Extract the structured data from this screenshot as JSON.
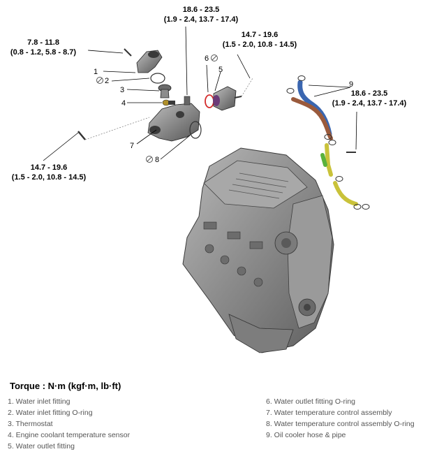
{
  "torque_callouts": {
    "t1": [
      "7.8 - 11.8",
      "(0.8 - 1.2, 5.8 - 8.7)"
    ],
    "t2": [
      "18.6 - 23.5",
      "(1.9 - 2.4, 13.7 - 17.4)"
    ],
    "t3": [
      "14.7 - 19.6",
      "(1.5 - 2.0, 10.8 - 14.5)"
    ],
    "t4": [
      "14.7 - 19.6",
      "(1.5 - 2.0, 10.8 - 14.5)"
    ],
    "t5": [
      "18.6 - 23.5",
      "(1.9 - 2.4, 13.7 - 17.4)"
    ]
  },
  "part_numbers": {
    "n1": "1",
    "n2": "2",
    "n3": "3",
    "n4": "4",
    "n5": "5",
    "n6": "6",
    "n7": "7",
    "n8": "8",
    "n9": "9"
  },
  "legend": {
    "title": "Torque : N·m (kgf·m, lb·ft)",
    "left": [
      "1. Water inlet fitting",
      "2. Water inlet fitting O-ring",
      "3. Thermostat",
      "4. Engine coolant temperature sensor",
      "5. Water outlet fitting"
    ],
    "right": [
      "6. Water outlet fitting O-ring",
      "7. Water temperature control assembly",
      "8. Water temperature control assembly O-ring",
      "9. Oil cooler hose & pipe"
    ]
  },
  "colors": {
    "engine": "#8e8e8e",
    "hose": "#3a66b0",
    "hose_brown": "#9a5a3c",
    "pipe": "#c9c23a",
    "oring": "#d42a2a"
  }
}
